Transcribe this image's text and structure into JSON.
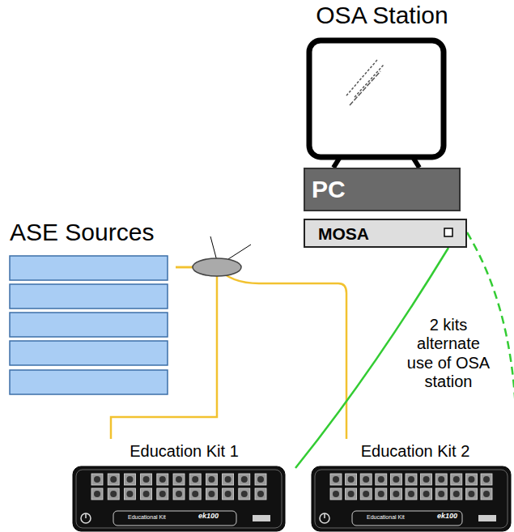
{
  "diagram": {
    "nodes": [
      {
        "text": [
          "OSA Station"
        ]
      },
      {
        "text": [
          "PC"
        ]
      },
      {
        "text": [
          "MOSA"
        ]
      },
      {
        "text": [
          "ASE Sources"
        ]
      },
      {
        "text": [
          "Education Kit 1"
        ]
      },
      {
        "text": [
          "Education Kit 2"
        ]
      }
    ],
    "edges": [
      {
        "from": 3,
        "to": 4,
        "arrow": "none"
      },
      {
        "from": 3,
        "to": 5,
        "arrow": "none"
      },
      {
        "from": 2,
        "to": 4,
        "arrow": "none"
      },
      {
        "from": 2,
        "to": 5,
        "arrow": "none"
      }
    ],
    "labels": [
      "2 kits alternate use of OSA station",
      "Educational Kit",
      "ek100",
      "Educational Kit",
      "ek100"
    ]
  }
}
